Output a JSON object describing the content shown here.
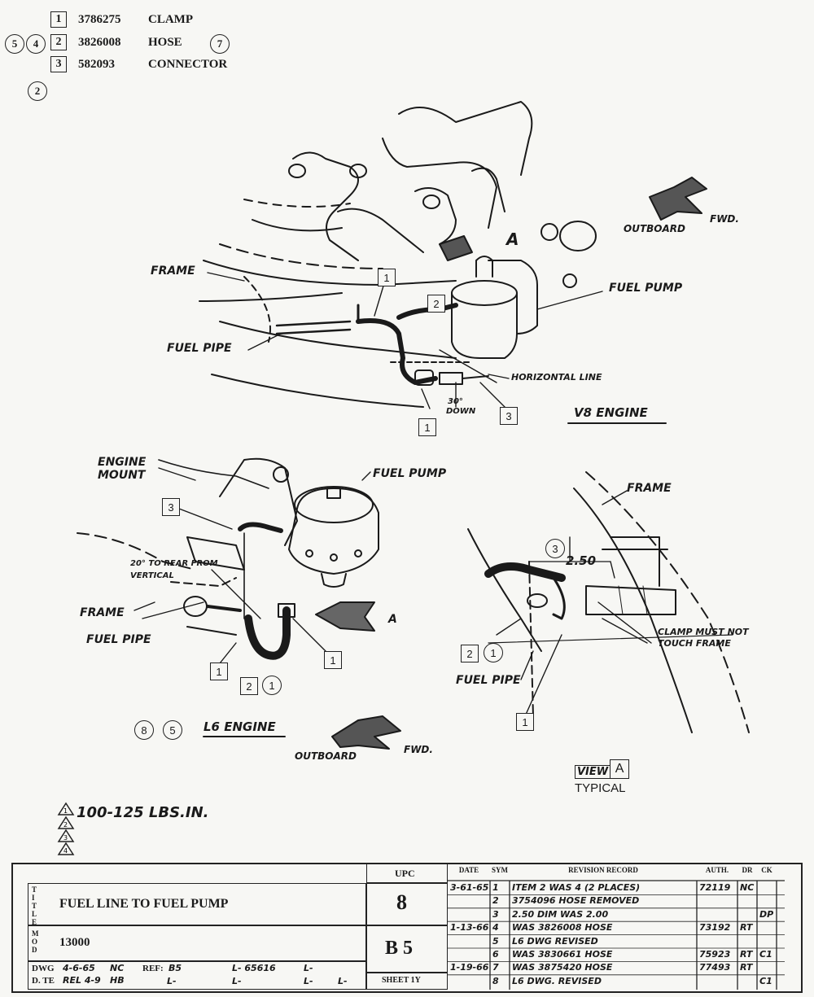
{
  "parts_list": [
    {
      "key": "1",
      "number": "3786275",
      "description": "CLAMP"
    },
    {
      "key": "2",
      "number": "3826008",
      "description": "HOSE"
    },
    {
      "key": "3",
      "number": "582093",
      "description": "CONNECTOR"
    }
  ],
  "part_row_markers": {
    "left_a": "5",
    "left_b": "4",
    "right": "7",
    "below": "2"
  },
  "v8_view": {
    "frame": "FRAME",
    "fuel_pipe": "FUEL PIPE",
    "fuel_pump": "FUEL PUMP",
    "horizontal_line": "HORIZONTAL LINE",
    "down_angle": "30°",
    "down_word": "DOWN",
    "outboard": "OUTBOARD",
    "fwd": "FWD.",
    "view_letter": "A",
    "engine_title": "V8 ENGINE",
    "callout_1a": "1",
    "callout_2": "2",
    "callout_1b": "1",
    "callout_3": "3"
  },
  "l6_view": {
    "engine_mount": "ENGINE MOUNT",
    "fuel_pump": "FUEL PUMP",
    "rear_angle": "20° TO REAR FROM VERTICAL",
    "frame": "FRAME",
    "fuel_pipe": "FUEL PIPE",
    "view_letter": "A",
    "callout_3": "3",
    "callout_1a": "1",
    "callout_1b": "1",
    "callout_2": "2",
    "callout_circ_1": "1",
    "engine_title": "L6 ENGINE",
    "marker_8": "8",
    "marker_5": "5",
    "outboard": "OUTBOARD",
    "fwd": "FWD."
  },
  "detail_view": {
    "frame": "FRAME",
    "dimension": "2.50",
    "dim_marker": "3",
    "clamp_note": "CLAMP MUST NOT TOUCH FRAME",
    "fuel_pipe": "FUEL PIPE",
    "callout_2": "2",
    "callout_circ_1": "1",
    "callout_1": "1",
    "view_word": "VIEW",
    "view_letter": "A",
    "typical": "TYPICAL"
  },
  "torque_note": "100-125 LBS.IN.",
  "torque_flags": [
    "1",
    "2",
    "3",
    "4"
  ],
  "title_block": {
    "title_side": "TITLE",
    "title": "FUEL LINE TO FUEL PUMP",
    "mod_side": "MOD",
    "mod_value": "13000",
    "dwg_label": "DWG",
    "dwg_date": "4-6-65",
    "dwg_by": "NC",
    "date_label": "D. TE",
    "rel_date": "REL 4-9",
    "rel_by": "HB",
    "ref_label": "REF:",
    "ref_value": "B5",
    "l_ref_1": "L- 65616",
    "l_ref_2": "L-",
    "l_ref_3": "L-",
    "l_ref_4": "L-",
    "l_ref_5": "L-",
    "l_ref_6": "L-",
    "upc_label": "UPC",
    "upc_value": "8",
    "group_value": "B 5",
    "sheet": "SHEET 1Y",
    "rev_headers": {
      "date": "DATE",
      "sym": "SYM",
      "record": "REVISION RECORD",
      "auth": "AUTH.",
      "dr": "DR",
      "ck": "CK"
    },
    "revisions": [
      {
        "date": "3-61-65",
        "sym": "1",
        "record": "ITEM 2 WAS 4 (2 PLACES)",
        "auth": "72119",
        "dr": "NC",
        "ck": ""
      },
      {
        "date": "",
        "sym": "2",
        "record": "3754096 HOSE REMOVED",
        "auth": "",
        "dr": "",
        "ck": ""
      },
      {
        "date": "",
        "sym": "3",
        "record": "2.50 DIM WAS 2.00",
        "auth": "",
        "dr": "",
        "ck": "DP"
      },
      {
        "date": "1-13-66",
        "sym": "4",
        "record": "WAS 3826008 HOSE",
        "auth": "73192",
        "dr": "RT",
        "ck": ""
      },
      {
        "date": "",
        "sym": "5",
        "record": "L6 DWG REVISED",
        "auth": "",
        "dr": "",
        "ck": ""
      },
      {
        "date": "",
        "sym": "6",
        "record": "WAS 3830661 HOSE",
        "auth": "75923",
        "dr": "RT",
        "ck": "C1"
      },
      {
        "date": "1-19-66",
        "sym": "7",
        "record": "WAS 3875420 HOSE",
        "auth": "77493",
        "dr": "RT",
        "ck": ""
      },
      {
        "date": "",
        "sym": "8",
        "record": "L6 DWG. REVISED",
        "auth": "",
        "dr": "",
        "ck": "C1"
      }
    ]
  }
}
